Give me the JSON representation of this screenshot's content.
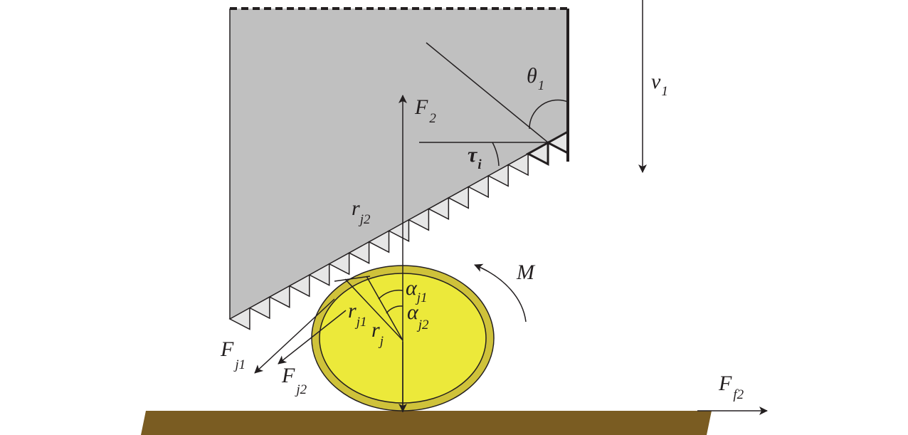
{
  "labels": {
    "theta": {
      "main": "θ",
      "sub": "1"
    },
    "v": {
      "main": "v",
      "sub": "1"
    },
    "F2": {
      "main": "F",
      "sub": "2"
    },
    "tau": {
      "main": "τ",
      "sub": "i"
    },
    "rj2": {
      "main": "r",
      "sub": "j2"
    },
    "M": {
      "main": "M"
    },
    "alpha1": {
      "main": "α",
      "sub": "j1"
    },
    "alpha2": {
      "main": "α",
      "sub": "j2"
    },
    "rj1": {
      "main": "r",
      "sub": "j1"
    },
    "rj": {
      "main": "r",
      "sub": "j"
    },
    "Fj1": {
      "main": "F",
      "sub": "j1"
    },
    "Fj2": {
      "main": "F",
      "sub": "j2"
    },
    "Ff2": {
      "main": "F",
      "sub": "f2"
    }
  },
  "colors": {
    "tool": "#c0c0c0",
    "teeth": "#e6e6e6",
    "particle_outer": "#cfc23a",
    "particle_inner": "#ece93a",
    "ground": "#7a5c22",
    "line": "#231f20"
  }
}
